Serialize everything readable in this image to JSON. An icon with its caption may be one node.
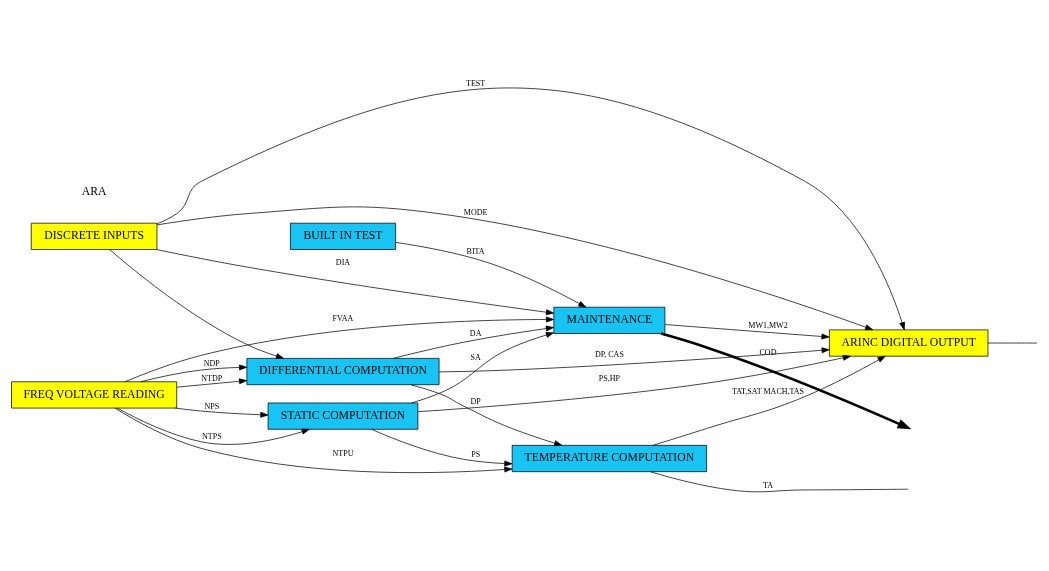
{
  "diagram": {
    "nodes": [
      {
        "text": [
          "DISCRETE INPUTS"
        ]
      },
      {
        "text": [
          "FREQ VOLTAGE READING"
        ]
      },
      {
        "text": [
          "STATIC COMPUTATION"
        ]
      },
      {
        "text": [
          "TEMPERATURE COMPUTATION"
        ]
      },
      {
        "text": [
          "DIFFERENTIAL COMPUTATION"
        ]
      },
      {
        "text": [
          "MAINTENANCE"
        ]
      },
      {
        "text": [
          "BUILT IN TEST"
        ]
      },
      {
        "text": [
          "ARINC DIGITAL OUTPUT"
        ]
      }
    ],
    "edges": [
      {
        "from": 0,
        "to": 7,
        "label": "TEST",
        "arrow": "to"
      },
      {
        "from": 0,
        "to": 7,
        "label": "MODE",
        "arrow": "to"
      },
      {
        "from": 0,
        "to": 4,
        "arrow": "to"
      },
      {
        "from": 0,
        "to": 5,
        "label": "DIA",
        "arrow": "to"
      },
      {
        "from": 1,
        "to": 2,
        "label": "NTPS",
        "arrow": "to"
      },
      {
        "from": 1,
        "to": 2,
        "label": "NPS",
        "arrow": "to"
      },
      {
        "from": 1,
        "to": 3,
        "label": "NTPU",
        "arrow": "to"
      },
      {
        "from": 1,
        "to": 4,
        "label": "NTDP",
        "arrow": "to"
      },
      {
        "from": 1,
        "to": 4,
        "label": "NDP",
        "arrow": "to"
      },
      {
        "from": 1,
        "to": 5,
        "label": "FVAA",
        "arrow": "to"
      },
      {
        "from": 2,
        "to": 7,
        "label": "PS,HP",
        "arrow": "to"
      },
      {
        "from": 2,
        "to": 3,
        "label": "PS",
        "arrow": "to"
      },
      {
        "from": 2,
        "to": 5,
        "label": "SA",
        "arrow": "to"
      },
      {
        "from": 4,
        "to": 7,
        "label": "DP, CAS",
        "arrow": "to"
      },
      {
        "from": 4,
        "to": 3,
        "label": "DP",
        "arrow": "to"
      },
      {
        "from": 4,
        "to": 5,
        "label": "DA",
        "arrow": "to"
      },
      {
        "from": 3,
        "to": 7,
        "label": "TAT,SAT MACH,TAS",
        "arrow": "to"
      },
      {
        "from": 3,
        "to": null,
        "label": "TA",
        "arrow": "none"
      },
      {
        "from": 5,
        "to": 7,
        "label": "MW1,MW2",
        "arrow": "to"
      },
      {
        "from": 5,
        "to": null,
        "label": "COD",
        "arrow": "to",
        "style": "thick"
      },
      {
        "from": 6,
        "to": 5,
        "label": "BITA",
        "arrow": "to"
      },
      {
        "from": 7,
        "to": null,
        "arrow": "none"
      }
    ],
    "labels": [
      "ARA"
    ]
  }
}
